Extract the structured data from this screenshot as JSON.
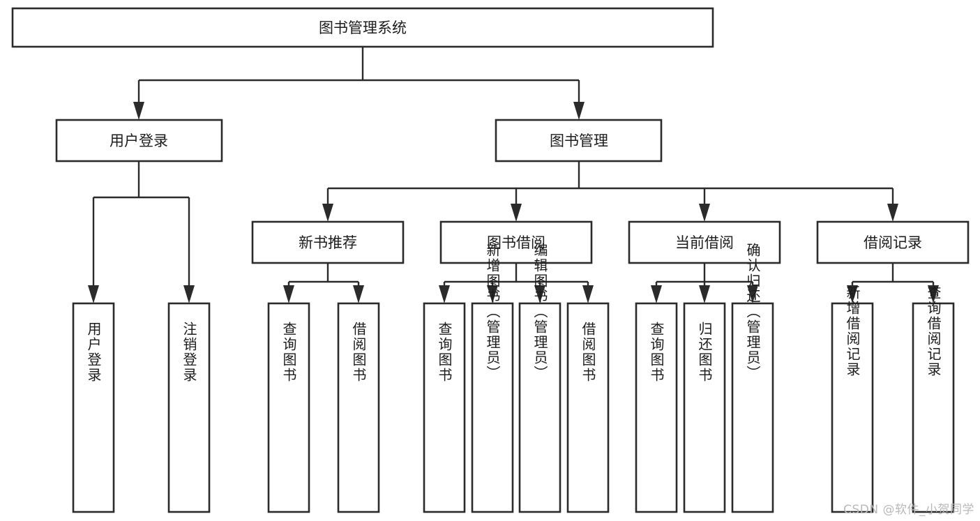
{
  "diagram": {
    "title": "图书管理系统",
    "type": "tree-hierarchy",
    "watermark": "CSDN @软件_小贺同学",
    "colors": {
      "box_stroke": "#2b2b2b",
      "box_fill": "#ffffff",
      "text": "#1c1c1c",
      "background": "#ffffff",
      "watermark": "#b9b9b9"
    },
    "root": {
      "label": "图书管理系统"
    },
    "level2": [
      {
        "label": "用户登录"
      },
      {
        "label": "图书管理"
      }
    ],
    "level3": [
      {
        "label": "新书推荐"
      },
      {
        "label": "图书借阅"
      },
      {
        "label": "当前借阅"
      },
      {
        "label": "借阅记录"
      }
    ],
    "leaves": {
      "user_login": [
        {
          "label": "用户登录"
        },
        {
          "label": "注销登录"
        }
      ],
      "new_book": [
        {
          "label": "查询图书"
        },
        {
          "label": "借阅图书"
        }
      ],
      "book_borrow": [
        {
          "label": "查询图书"
        },
        {
          "label": "新增图书（管理员）"
        },
        {
          "label": "编辑图书（管理员）"
        },
        {
          "label": "借阅图书"
        }
      ],
      "current_borrow": [
        {
          "label": "查询图书"
        },
        {
          "label": "归还图书"
        },
        {
          "label": "确认归还（管理员）"
        }
      ],
      "borrow_record": [
        {
          "label": "新增借阅记录"
        },
        {
          "label": "查询借阅记录"
        }
      ]
    }
  }
}
